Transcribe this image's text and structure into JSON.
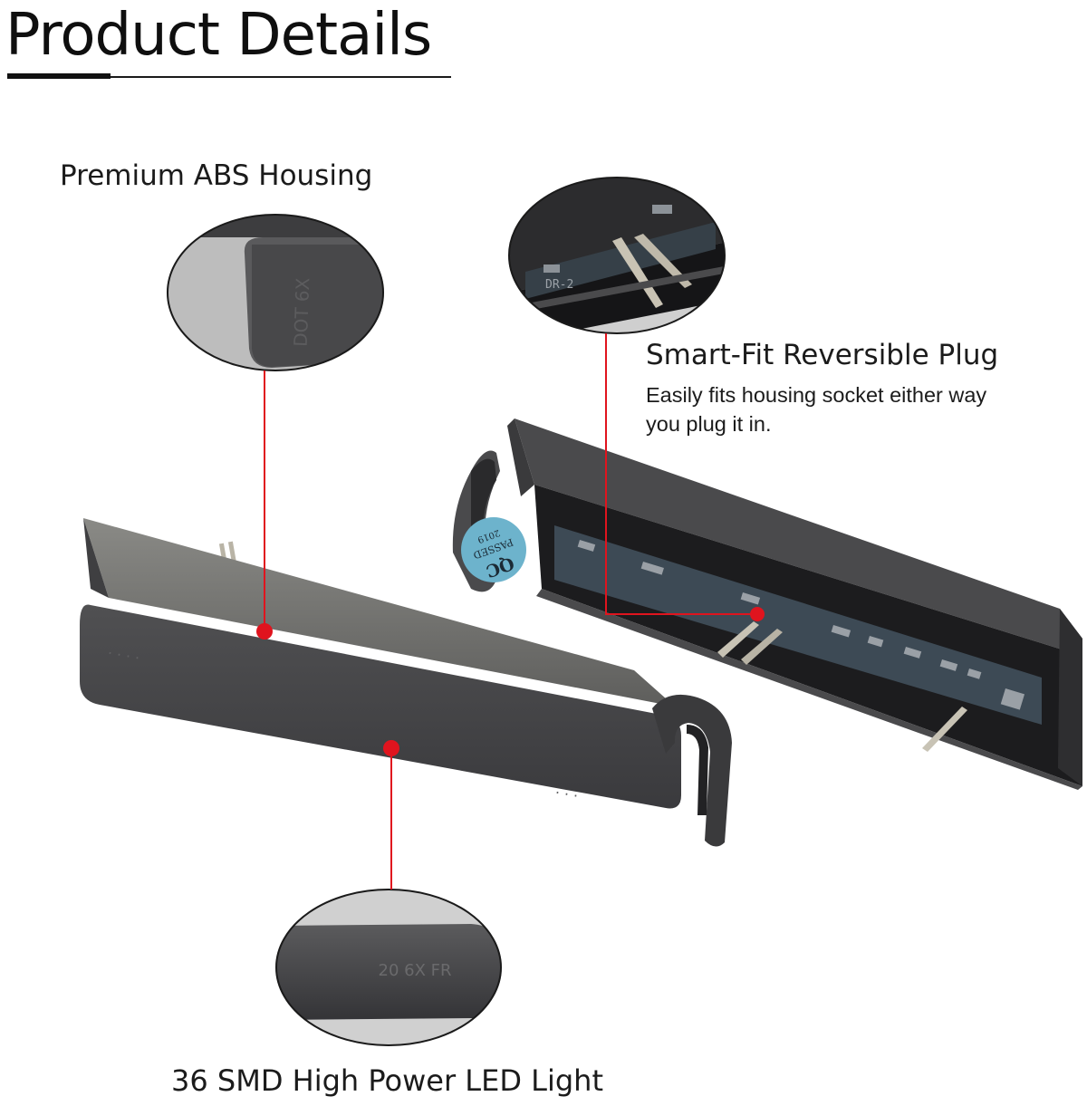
{
  "header": {
    "title": "Product Details"
  },
  "callouts": {
    "housing": {
      "label": "Premium ABS Housing"
    },
    "plug": {
      "label": "Smart-Fit Reversible Plug",
      "description": "Easily fits housing socket either way you plug it in."
    },
    "led": {
      "label": "36 SMD High Power LED Light"
    }
  },
  "embossed_marks": {
    "housing_closeup": "DOT 6X",
    "led_closeup": "20 6X FR",
    "pcb_closeup": "DR-2",
    "qc_sticker": [
      "QC",
      "PASSED",
      "2019"
    ]
  },
  "colors": {
    "leader_line": "#e0141e",
    "housing": "#55555a",
    "housing_dark": "#2a2a2d"
  }
}
